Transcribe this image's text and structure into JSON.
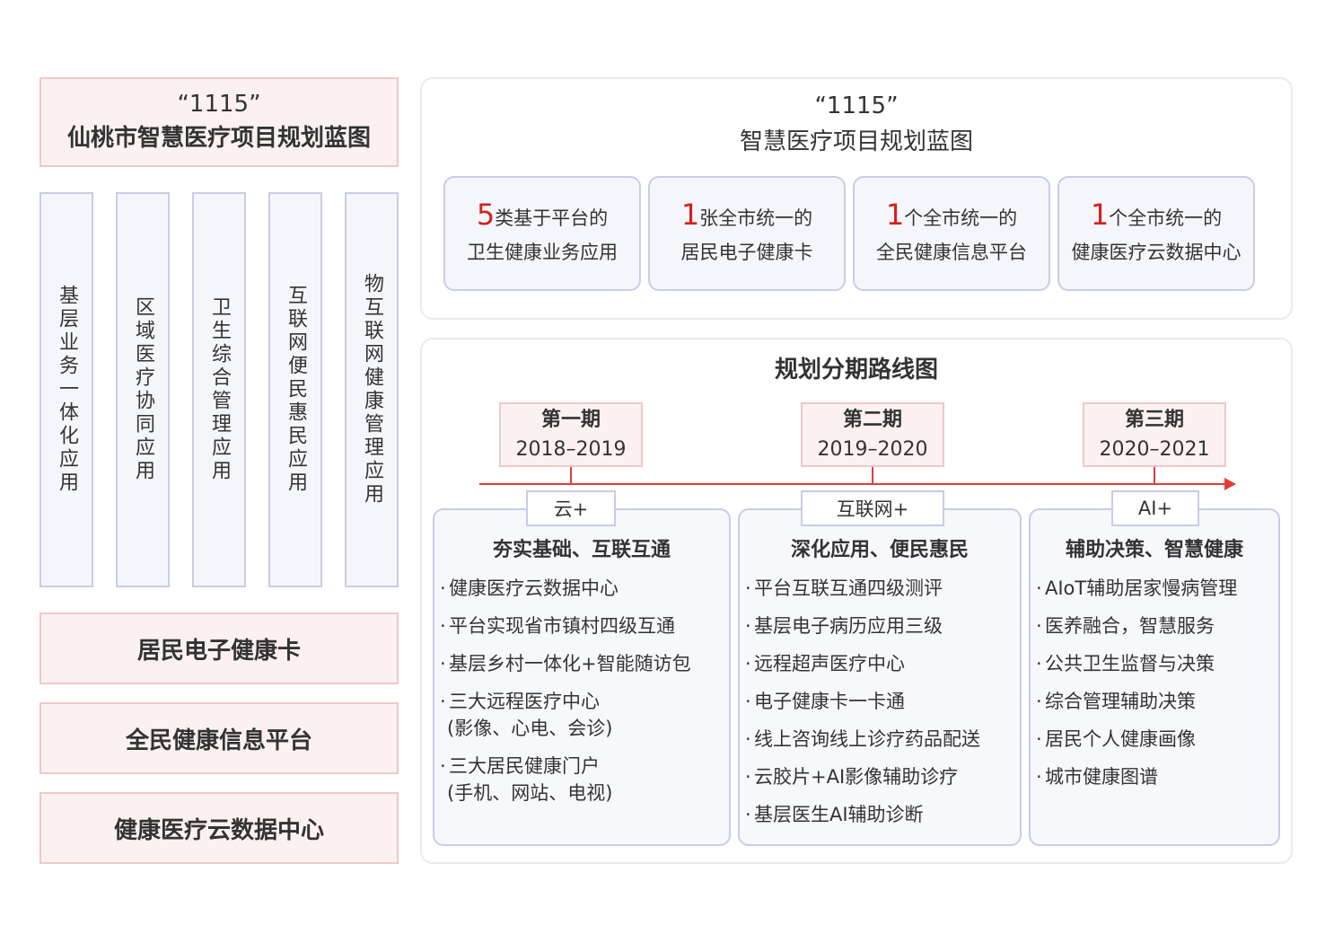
{
  "left": {
    "title_line1": "“1115”",
    "title_line2": "仙桃市智慧医疗项目规划蓝图",
    "columns": [
      "基层业务一体化应用",
      "区域医疗协同应用",
      "卫生综合管理应用",
      "互联网便民惠民应用",
      "物互联网健康管理应用"
    ],
    "bars": [
      "居民电子健康卡",
      "全民健康信息平台",
      "健康医疗云数据中心"
    ]
  },
  "blueprint": {
    "title_line1": "“1115”",
    "title_line2": "智慧医疗项目规划蓝图",
    "cards": [
      {
        "num": "5",
        "rest": "类基于平台的",
        "line2": "卫生健康业务应用"
      },
      {
        "num": "1",
        "rest": "张全市统一的",
        "line2": "居民电子健康卡"
      },
      {
        "num": "1",
        "rest": "个全市统一的",
        "line2": "全民健康信息平台"
      },
      {
        "num": "1",
        "rest": "个全市统一的",
        "line2": "健康医疗云数据中心"
      }
    ]
  },
  "roadmap": {
    "title": "规划分期路线图",
    "phases": [
      {
        "name": "第一期",
        "years": "2018–2019"
      },
      {
        "name": "第二期",
        "years": "2019–2020"
      },
      {
        "name": "第三期",
        "years": "2020–2021"
      }
    ],
    "stages": [
      {
        "tag": "云+",
        "heading": "夯实基础、互联互通",
        "items": [
          {
            "text": "健康医疗云数据中心",
            "sub": ""
          },
          {
            "text": "平台实现省市镇村四级互通",
            "sub": ""
          },
          {
            "text": "基层乡村一体化+智能随访包",
            "sub": ""
          },
          {
            "text": "三大远程医疗中心",
            "sub": "(影像、心电、会诊)"
          },
          {
            "text": "三大居民健康门户",
            "sub": "(手机、网站、电视)"
          }
        ]
      },
      {
        "tag": "互联网+",
        "heading": "深化应用、便民惠民",
        "items": [
          {
            "text": "平台互联互通四级测评",
            "sub": ""
          },
          {
            "text": "基层电子病历应用三级",
            "sub": ""
          },
          {
            "text": "远程超声医疗中心",
            "sub": ""
          },
          {
            "text": "电子健康卡一卡通",
            "sub": ""
          },
          {
            "text": "线上咨询线上诊疗药品配送",
            "sub": ""
          },
          {
            "text": "云胶片+AI影像辅助诊疗",
            "sub": ""
          },
          {
            "text": "基层医生AI辅助诊断",
            "sub": ""
          }
        ]
      },
      {
        "tag": "AI+",
        "heading": "辅助决策、智慧健康",
        "items": [
          {
            "text": "AIoT辅助居家慢病管理",
            "sub": ""
          },
          {
            "text": "医养融合，智慧服务",
            "sub": ""
          },
          {
            "text": "公共卫生监督与决策",
            "sub": ""
          },
          {
            "text": "综合管理辅助决策",
            "sub": ""
          },
          {
            "text": "居民个人健康画像",
            "sub": ""
          },
          {
            "text": "城市健康图谱",
            "sub": ""
          }
        ]
      }
    ]
  },
  "colors": {
    "accent_red": "#e33b3b",
    "pink_fill": "#fcf1f1",
    "pink_border": "#f0c8c8",
    "lavender_fill": "#f5f6fb",
    "lavender_border": "#c9cce6"
  }
}
